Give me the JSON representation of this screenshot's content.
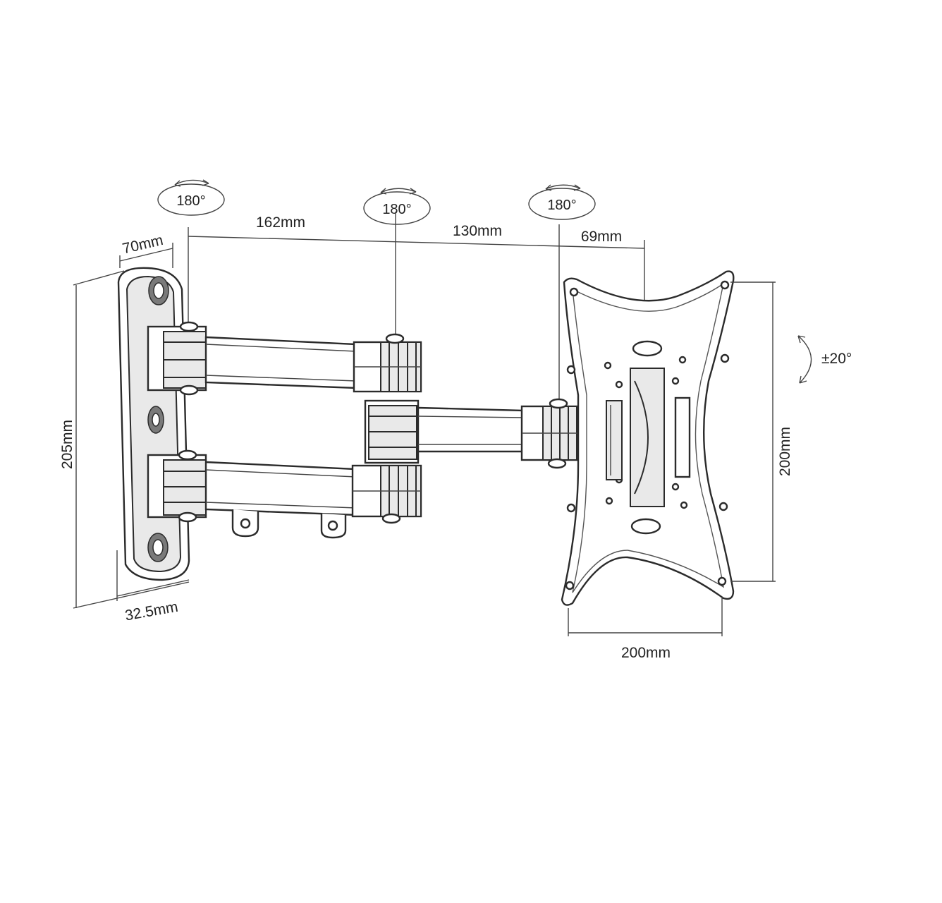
{
  "labels": {
    "rotation_wall": "180°",
    "rotation_mid": "180°",
    "rotation_plate": "180°",
    "tilt": "±20°",
    "arm1_length": "162mm",
    "arm2_length": "130mm",
    "plate_offset": "69mm",
    "wall_plate_width": "70mm",
    "wall_plate_height": "205mm",
    "wall_plate_depth": "32.5mm",
    "vesa_height": "200mm",
    "vesa_width": "200mm"
  }
}
